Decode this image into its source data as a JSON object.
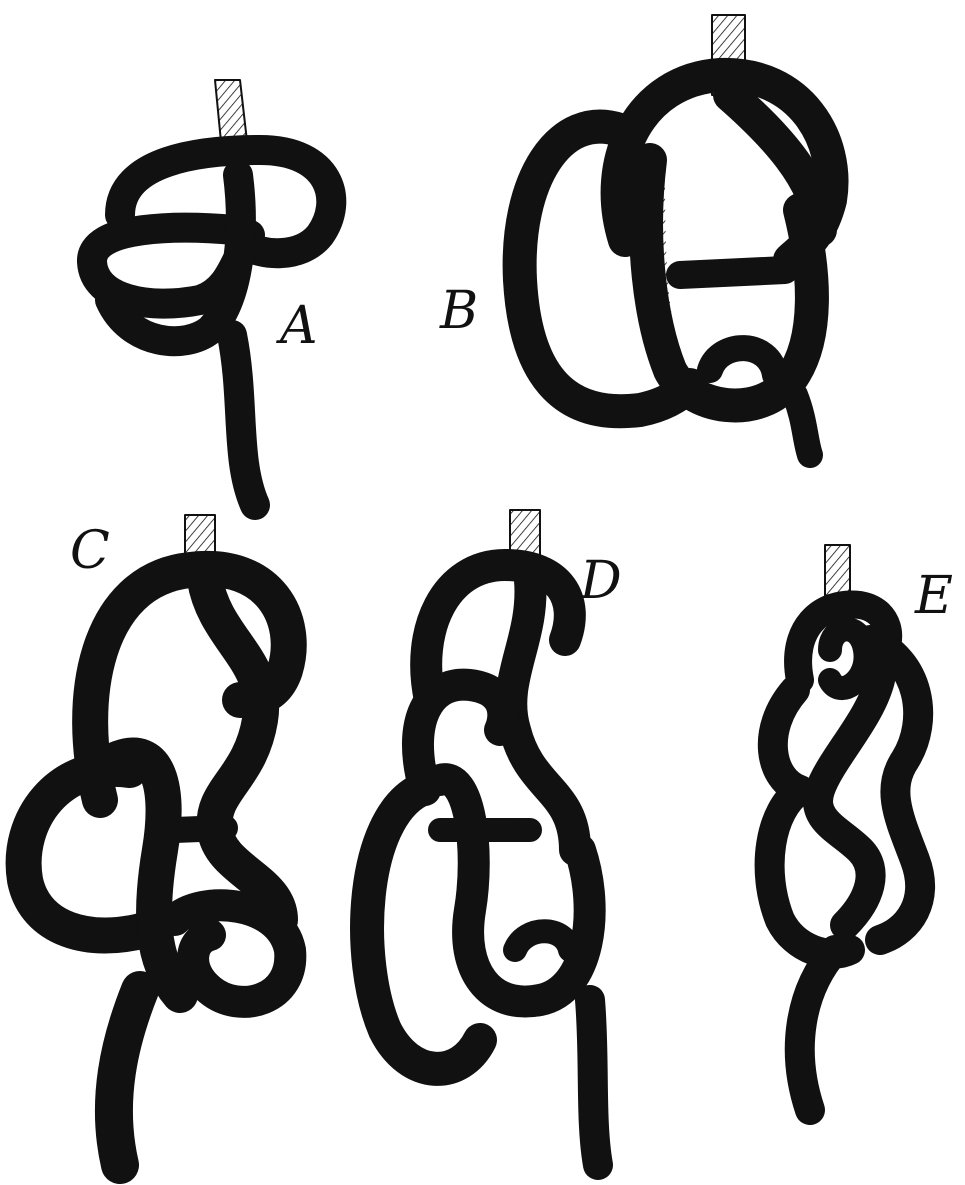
{
  "figures": [
    {
      "id": "a",
      "label": "A"
    },
    {
      "id": "b",
      "label": "B"
    },
    {
      "id": "c",
      "label": "C"
    },
    {
      "id": "d",
      "label": "D"
    },
    {
      "id": "e",
      "label": "E"
    }
  ],
  "colors": {
    "ink": "#111111",
    "paper": "#ffffff"
  }
}
